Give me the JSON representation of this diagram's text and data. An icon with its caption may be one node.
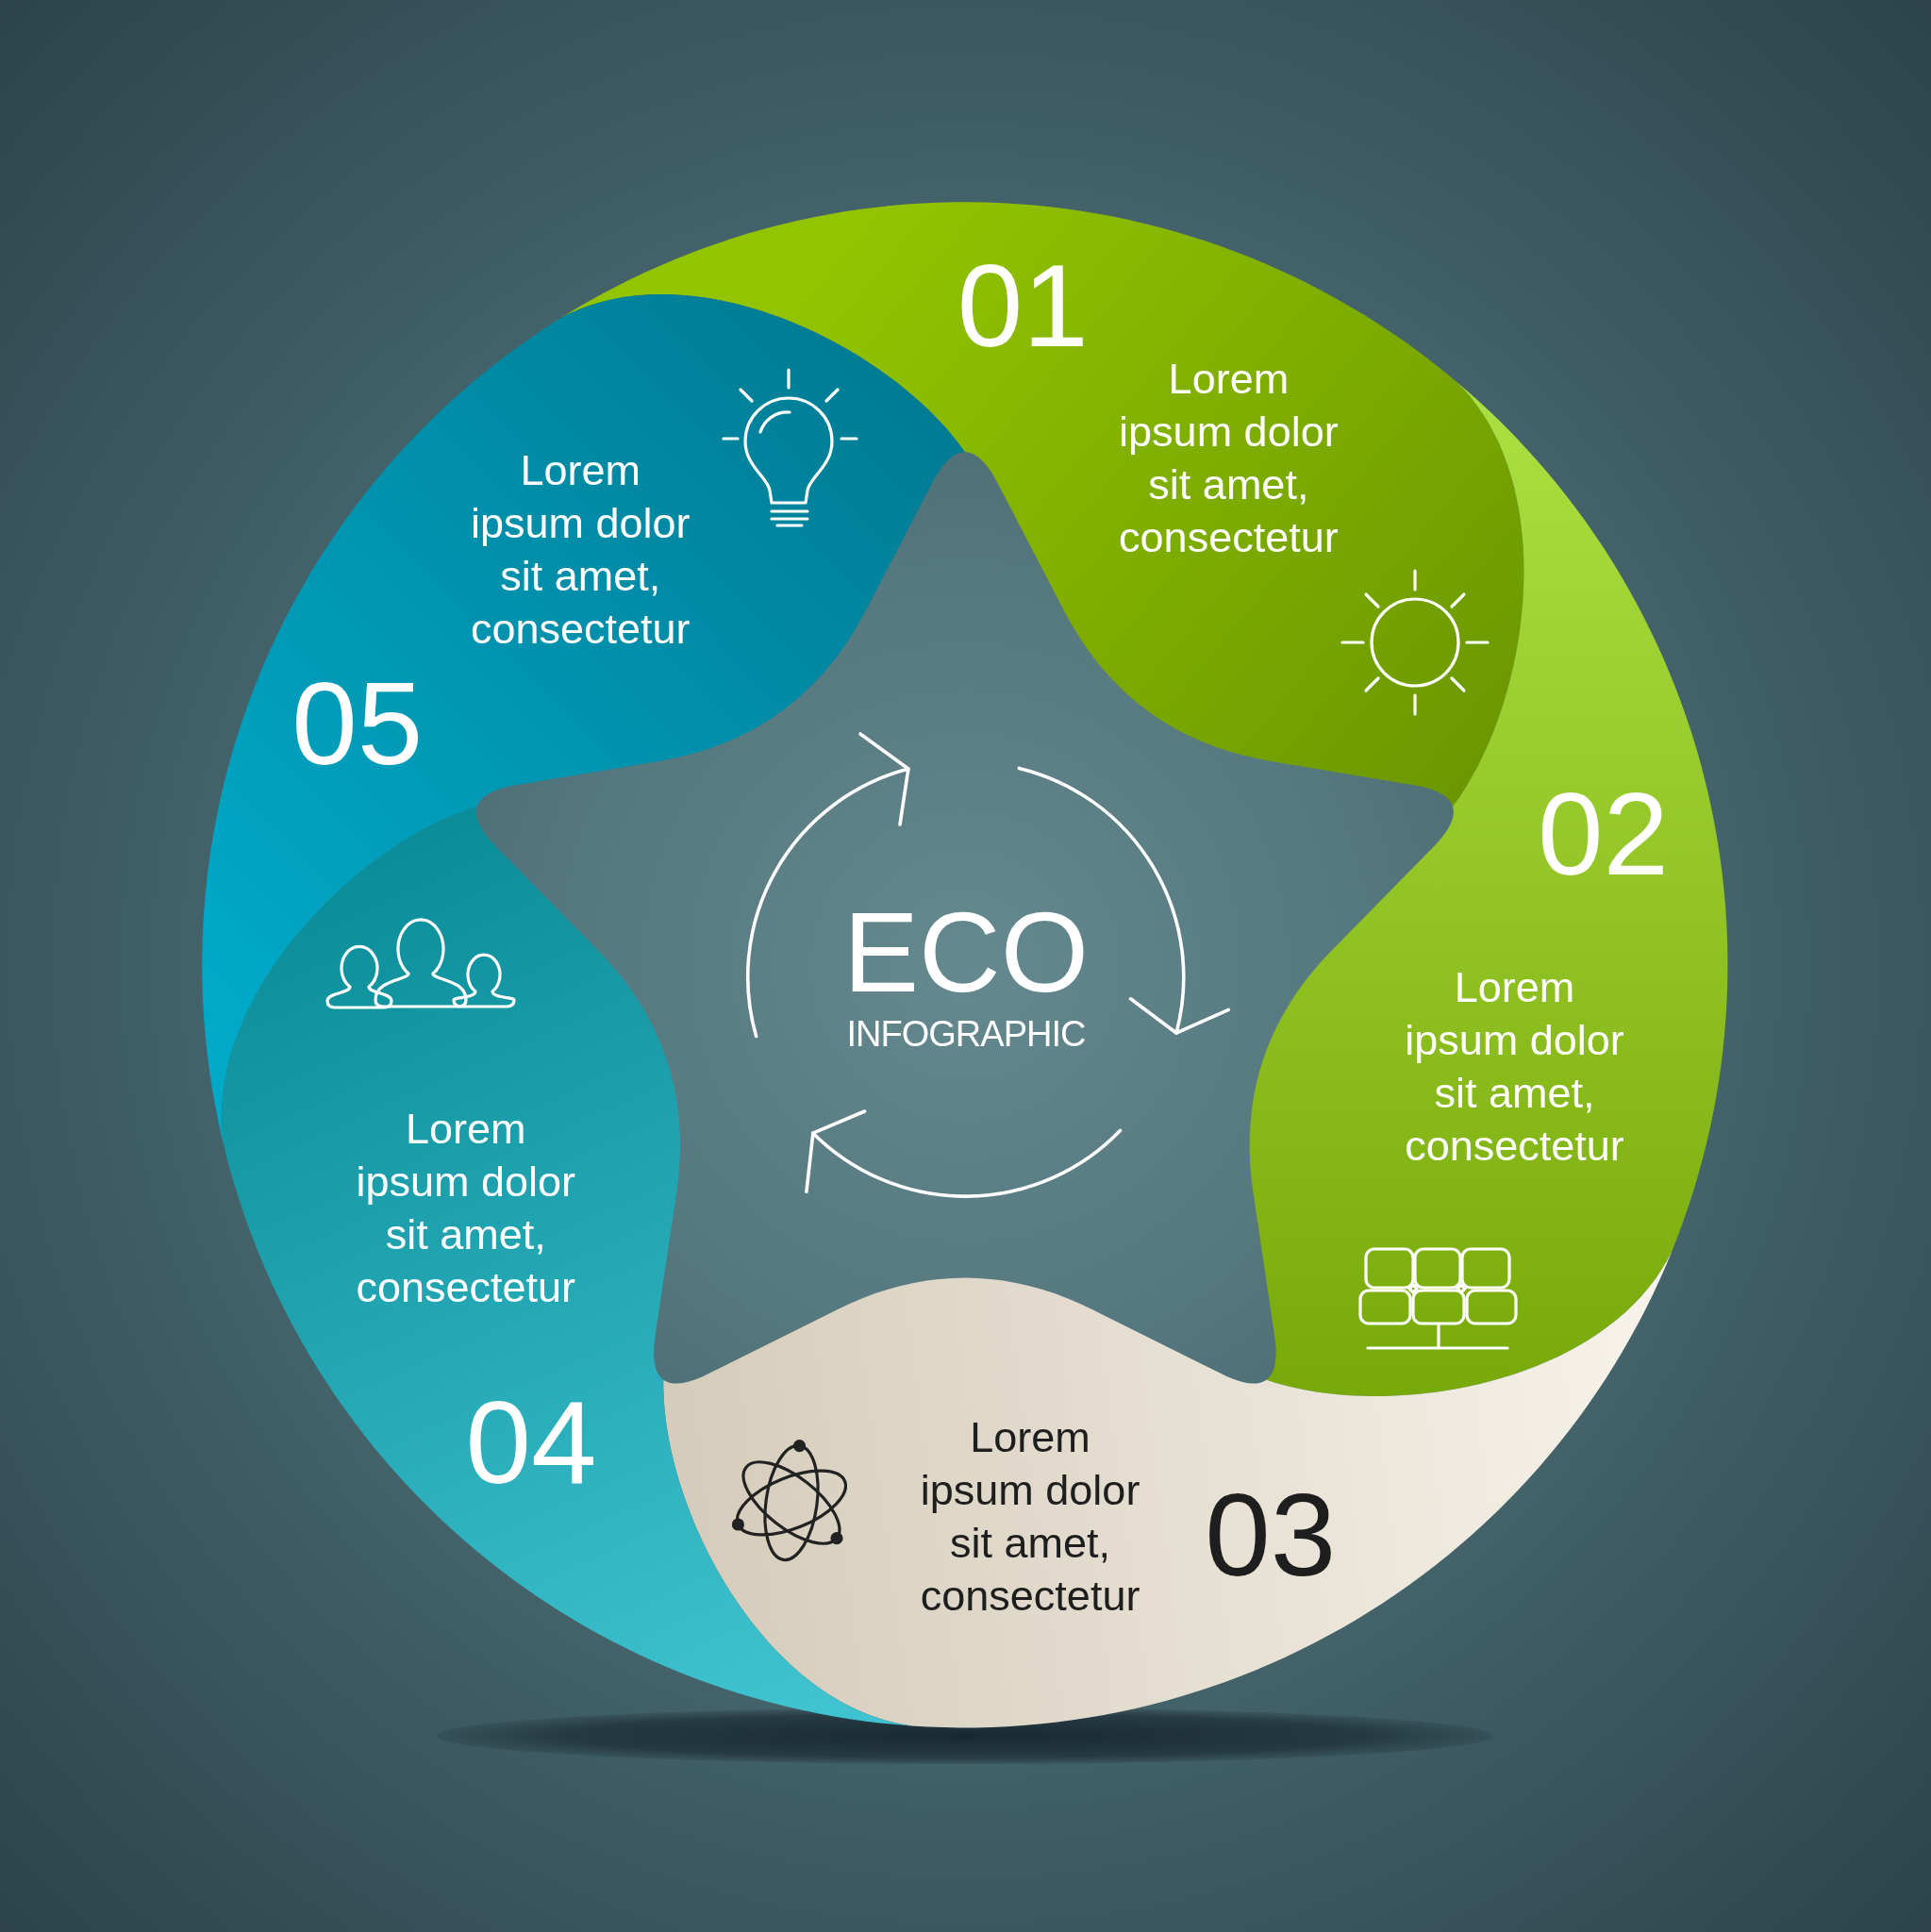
{
  "diagram": {
    "nodes": [
      {
        "text": [
          "01",
          "Lorem ipsum dolor sit amet, consectetur"
        ]
      },
      {
        "text": [
          "02",
          "Lorem ipsum dolor sit amet, consectetur"
        ]
      },
      {
        "text": [
          "Lorem ipsum dolor sit amet, consectetur",
          "03"
        ]
      },
      {
        "text": [
          "Lorem ipsum dolor sit amet, consectetur",
          "04"
        ]
      },
      {
        "text": [
          "Lorem ipsum dolor sit amet, consectetur",
          "05"
        ]
      }
    ],
    "labels": [
      "ECO",
      "INFOGRAPHIC"
    ]
  }
}
